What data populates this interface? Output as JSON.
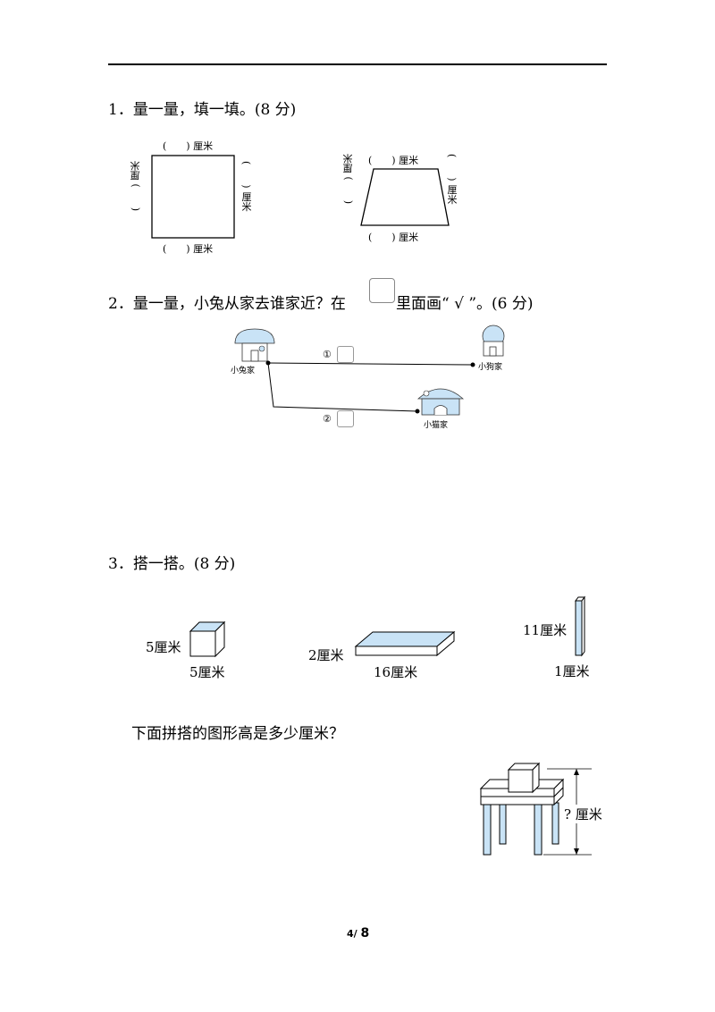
{
  "q1": {
    "title": "1．量一量，填一填。(8 分)",
    "square": {
      "top": "(　　) 厘米",
      "bottom": "(　　) 厘米",
      "left": "(　　) 厘米",
      "right": "(　　) 厘米"
    },
    "trapezoid": {
      "top": "(　　) 厘米",
      "bottom": "(　　) 厘米",
      "left": "(　　) 厘米",
      "right": "(　　) 厘米"
    }
  },
  "q2": {
    "title_a": "2．量一量，小兔从家去谁家近？在",
    "title_b": "里面画“ √ ”。(6 分)",
    "rabbit_home": "小兔家",
    "dog_home": "小狗家",
    "cat_home": "小猫家",
    "path1": "①",
    "path2": "②"
  },
  "q3": {
    "title": "3．搭一搭。(8 分)",
    "cube": {
      "height": "5厘米",
      "width": "5厘米"
    },
    "board": {
      "height": "2厘米",
      "length": "16厘米"
    },
    "stick": {
      "height": "11厘米",
      "width": "1厘米"
    },
    "question": "下面拼搭的图形高是多少厘米？",
    "answer_label": "? 厘米"
  },
  "footer": {
    "page": "4",
    "total": "8",
    "sep": "/"
  },
  "colors": {
    "fill_blue": "#c9e3f6",
    "line": "#000000"
  }
}
